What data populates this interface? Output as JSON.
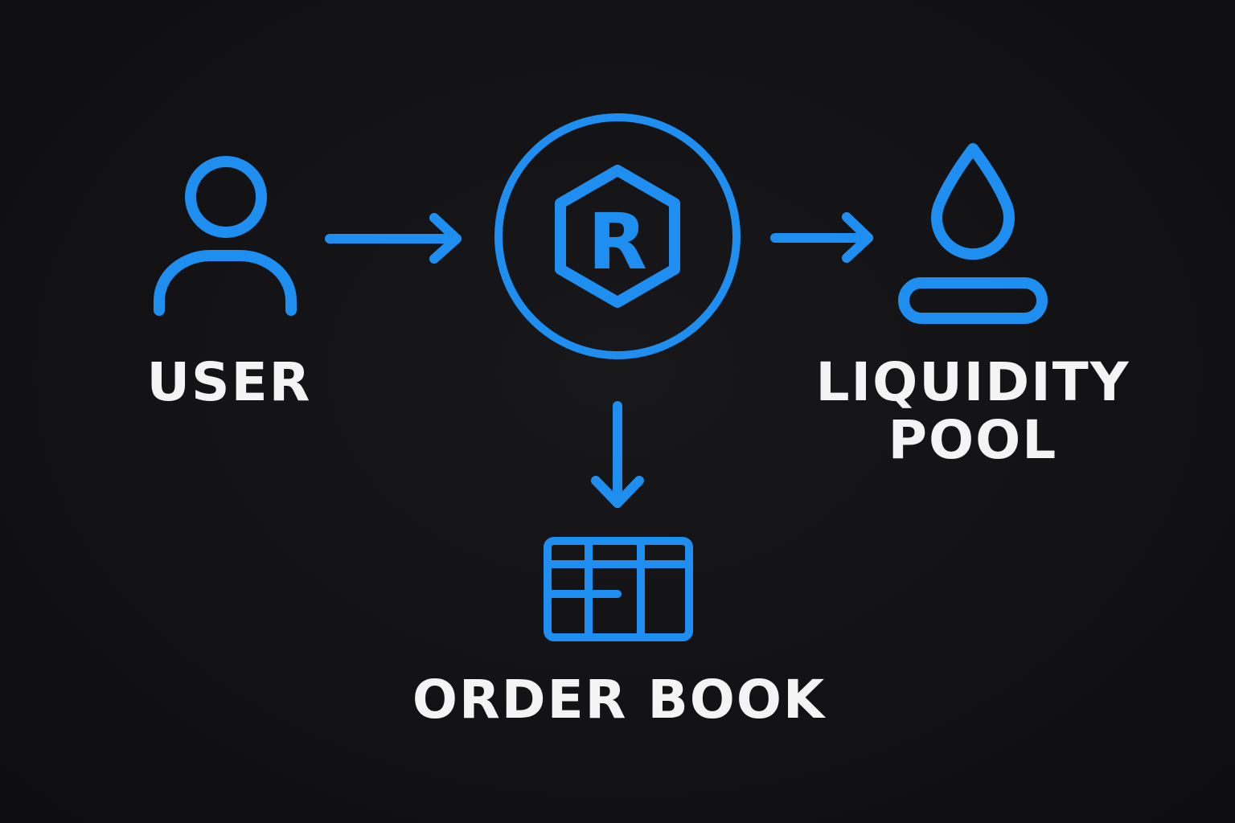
{
  "diagram": {
    "accent_color": "#1e8ff0",
    "text_color": "#f4f4f4",
    "background_color": "#121214",
    "nodes": {
      "user": {
        "label": "USER",
        "icon": "user-icon"
      },
      "router": {
        "glyph": "R",
        "icon": "router-logo-icon"
      },
      "pool": {
        "label_line1": "LIQUIDITY",
        "label_line2": "POOL",
        "icon": "liquidity-drop-icon"
      },
      "book": {
        "label": "ORDER BOOK",
        "icon": "order-book-grid-icon"
      }
    },
    "edges": [
      {
        "from": "user",
        "to": "router"
      },
      {
        "from": "router",
        "to": "pool"
      },
      {
        "from": "router",
        "to": "book"
      }
    ]
  }
}
